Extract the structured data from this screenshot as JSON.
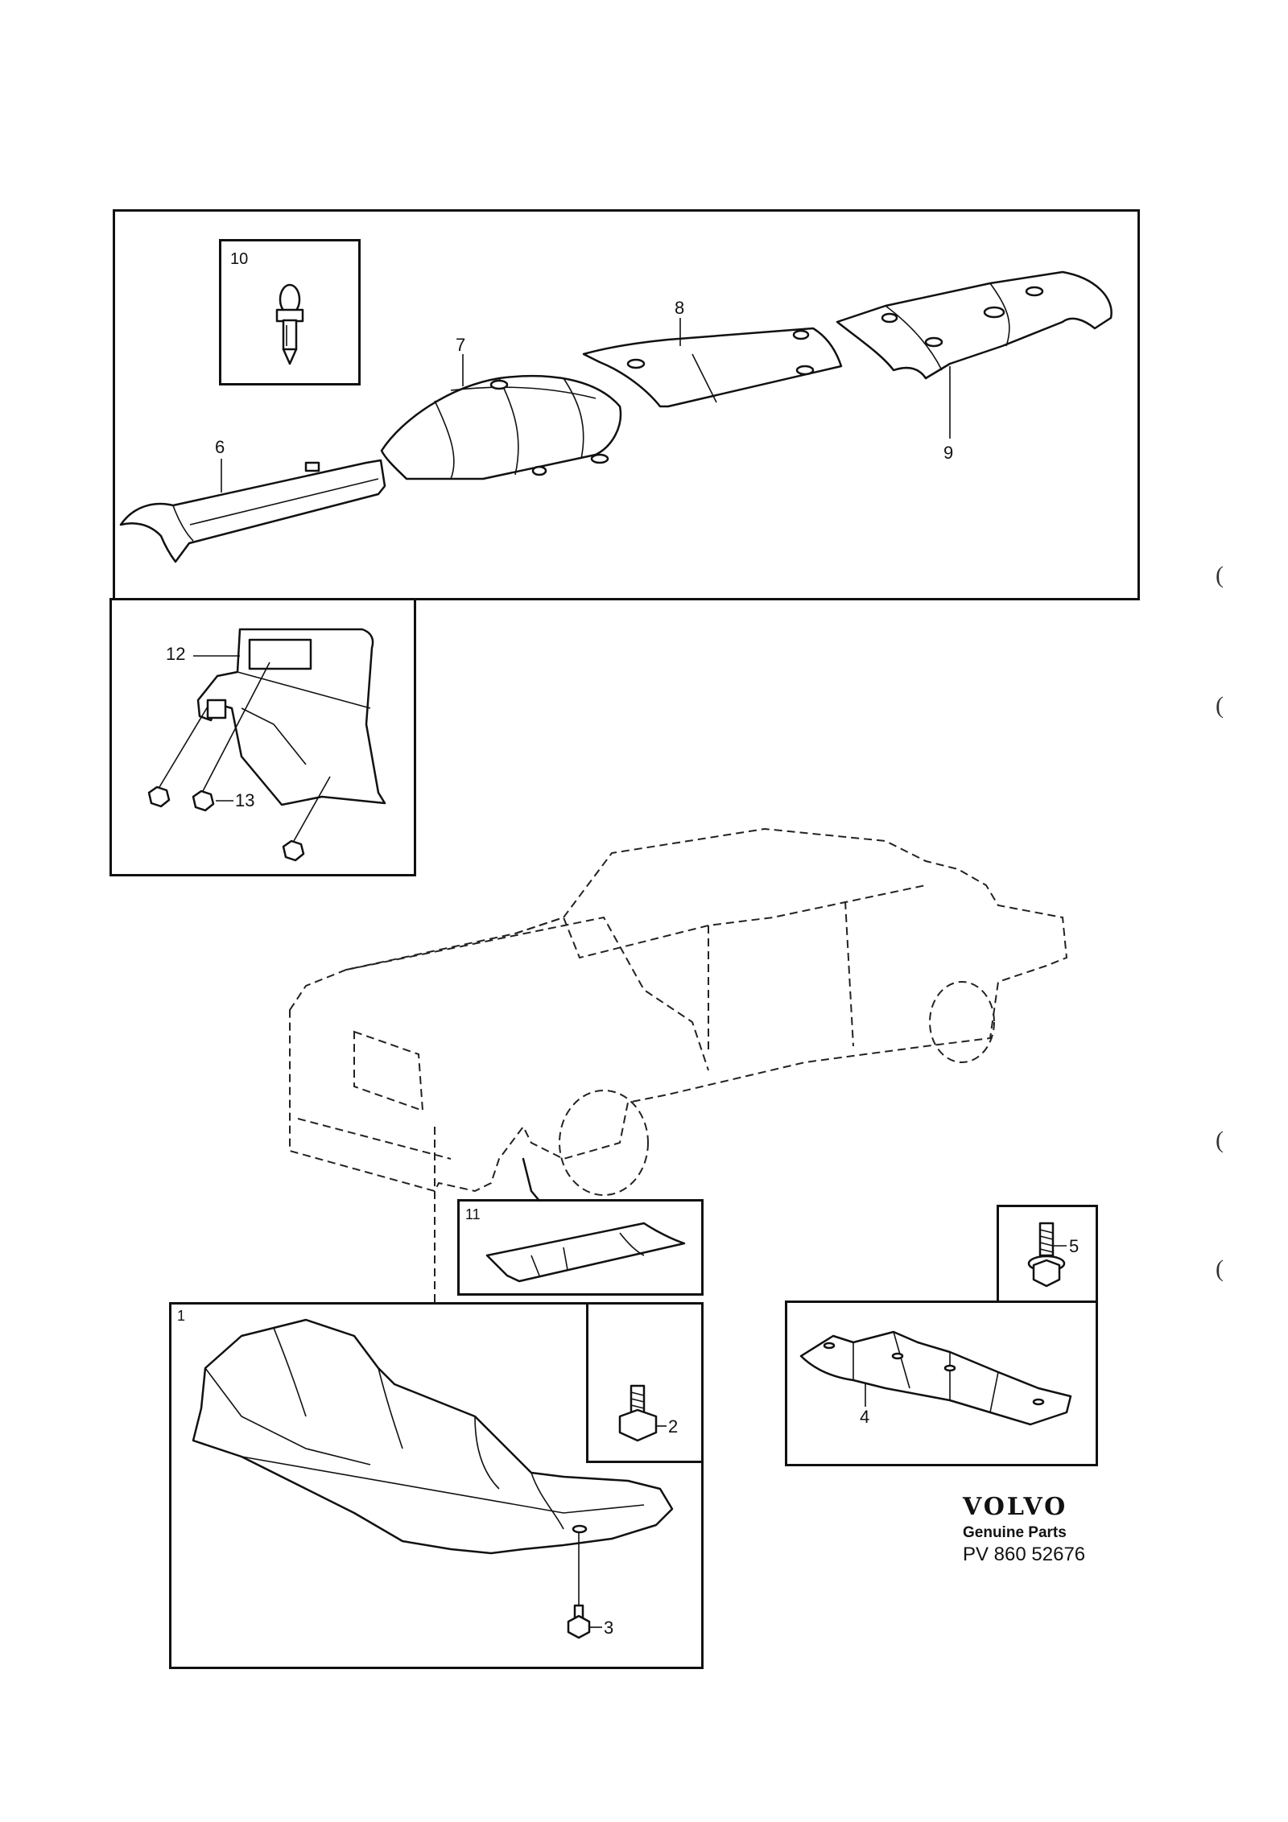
{
  "diagram": {
    "callouts": {
      "p1": "1",
      "p2": "2",
      "p3": "3",
      "p4": "4",
      "p5": "5",
      "p6": "6",
      "p7": "7",
      "p8": "8",
      "p9": "9",
      "p10": "10",
      "p11": "11",
      "p12": "12",
      "p13": "13"
    },
    "brand": {
      "logo": "VOLVO",
      "subtitle": "Genuine Parts",
      "code": "PV 860 52676"
    }
  }
}
